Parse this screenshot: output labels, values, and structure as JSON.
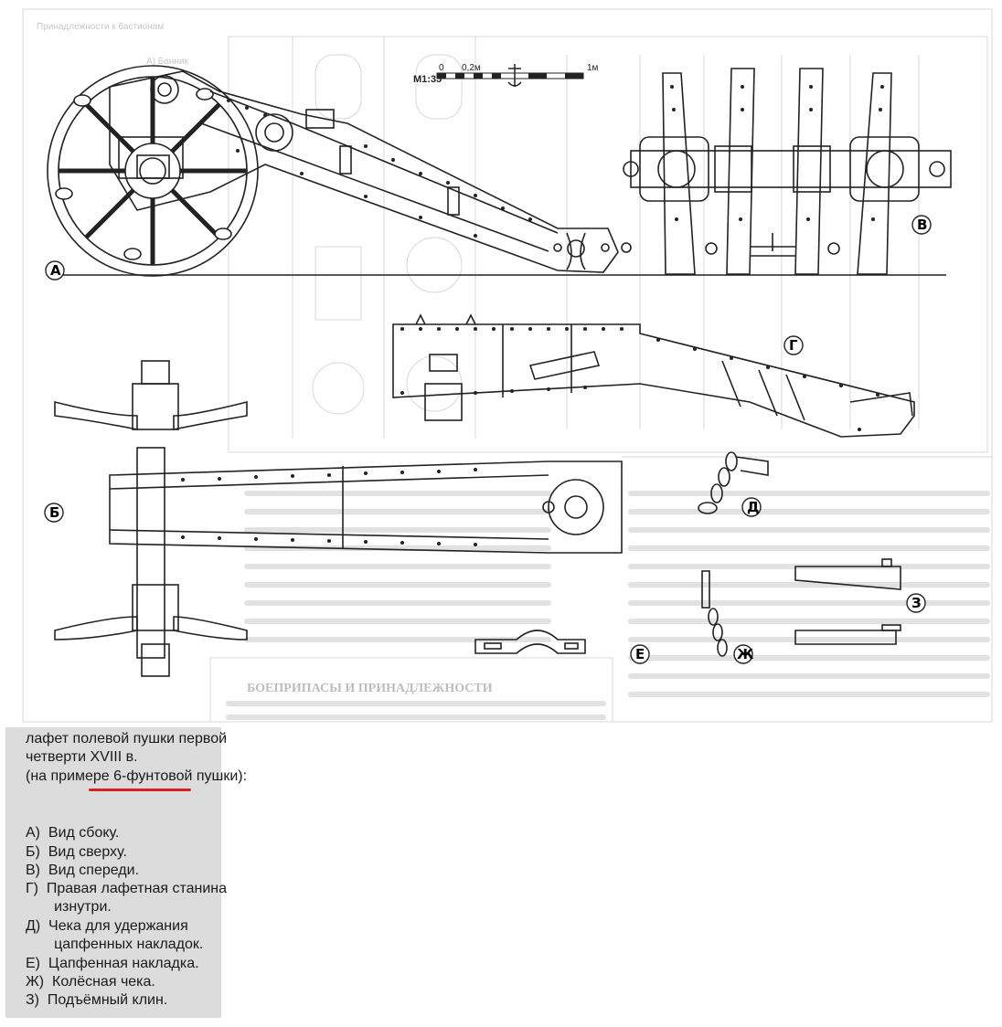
{
  "scale_bar": {
    "label": "M1:35",
    "tick0": "0",
    "tick1": "0,2м",
    "tick2": "1м"
  },
  "view_labels": {
    "a": "А",
    "b": "Б",
    "v": "В",
    "g": "Г",
    "d": "Д",
    "e": "Е",
    "zh": "Ж",
    "z": "З"
  },
  "caption": {
    "title_line1": "лафет полевой пушки первой",
    "title_line2": "четверти XVIII в.",
    "title_line3_prefix": "(на примере ",
    "title_line3_highlight": "6-фунтовой пушки):",
    "items": [
      "А)  Вид сбоку.",
      "Б)  Вид сверху.",
      "В)  Вид спереди.",
      "Г)  Правая лафетная станина",
      "       изнутри.",
      "Д)  Чека для удержания",
      "       цапфенных накладок.",
      "Е)  Цапфенная накладка.",
      "Ж)  Колёсная чека.",
      "З)  Подъёмный клин."
    ],
    "accent_color": "#d62020"
  },
  "background_text": {
    "top_left": [
      "Принадлежности к бастионам",
      "А) Банник"
    ],
    "bottom_heading": "БОЕПРИПАСЫ И ПРИНАДЛЕЖНОСТИ"
  }
}
